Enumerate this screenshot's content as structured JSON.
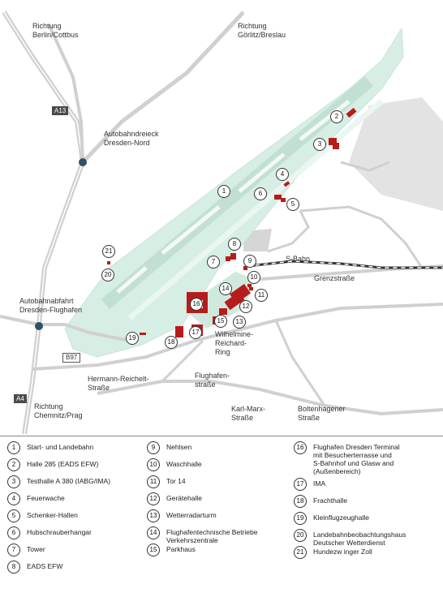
{
  "map": {
    "places": {
      "berlin": [
        "Richtung",
        "Berlin/Cottbus"
      ],
      "goerlitz": [
        "Richtung",
        "Görlitz/Breslau"
      ],
      "dreieck": [
        "Autobahndreieck",
        "Dresden-Nord"
      ],
      "ausfahrt": [
        "Autobahnabfahrt",
        "Dresden-Flughafen"
      ],
      "chemnitz": [
        "Richtung",
        "Chemnitz/Prag"
      ],
      "sbahn": [
        "S-Bahn"
      ],
      "grenz": [
        "Grenzstraße"
      ],
      "ring": [
        "Wilhelmine-",
        "Reichard-",
        "Ring"
      ],
      "hermann": [
        "Hermann-Reichelt-",
        "Straße"
      ],
      "flughafenstr": [
        "Flughafen-",
        "straße"
      ],
      "karlmarx": [
        "Karl-Marx-",
        "Straße"
      ],
      "boltenhagener": [
        "Boltenhagener",
        "Straße"
      ]
    },
    "roads": {
      "a13": "A13",
      "b97": "B97",
      "a4": "A4"
    },
    "markers": [
      "1",
      "2",
      "3",
      "4",
      "5",
      "6",
      "7",
      "8",
      "9",
      "10",
      "11",
      "12",
      "13",
      "14",
      "15",
      "16",
      "17",
      "18",
      "19",
      "20",
      "21"
    ]
  },
  "legend": [
    {
      "n": "1",
      "lines": [
        "Start- und Landebahn"
      ]
    },
    {
      "n": "2",
      "lines": [
        "Halle 285 (EADS EFW)"
      ]
    },
    {
      "n": "3",
      "lines": [
        "Testhalle A 380 (IABG/IMA)"
      ]
    },
    {
      "n": "4",
      "lines": [
        "Feuerwache"
      ]
    },
    {
      "n": "5",
      "lines": [
        "Schenker-Hallen"
      ]
    },
    {
      "n": "6",
      "lines": [
        "Hubschrauberhangar"
      ]
    },
    {
      "n": "7",
      "lines": [
        "Tower"
      ]
    },
    {
      "n": "8",
      "lines": [
        "EADS EFW"
      ]
    },
    {
      "n": "9",
      "lines": [
        "Nehlsen"
      ]
    },
    {
      "n": "10",
      "lines": [
        "Waschhalle"
      ]
    },
    {
      "n": "11",
      "lines": [
        "Tor 14"
      ]
    },
    {
      "n": "12",
      "lines": [
        "Gerätehalle"
      ]
    },
    {
      "n": "13",
      "lines": [
        "Wetterradarturm"
      ]
    },
    {
      "n": "14",
      "lines": [
        "Flughafentechnische Betriebe",
        "Verkehrszentrale"
      ]
    },
    {
      "n": "15",
      "lines": [
        "Parkhaus"
      ]
    },
    {
      "n": "16",
      "lines": [
        "Flughafen Dresden Terminal",
        "mit Besucherterrasse und",
        "S-Bahnhof und Glasw and",
        "(Außenbereich)"
      ]
    },
    {
      "n": "17",
      "lines": [
        "IMA"
      ]
    },
    {
      "n": "18",
      "lines": [
        "Frachthalle"
      ]
    },
    {
      "n": "19",
      "lines": [
        "Kleinflugzeughalle"
      ]
    },
    {
      "n": "20",
      "lines": [
        "Landebahnbeobachtungshaus",
        "Deutscher Wetterdienst"
      ]
    },
    {
      "n": "21",
      "lines": [
        "Hundezw inger Zoll"
      ]
    }
  ],
  "colors": {
    "airfield": "#d8efe6",
    "runway": "#ecf6f1",
    "building": "#b71c1c",
    "roads": "#cfcfcf",
    "grey_area": "#e2e2e2"
  }
}
